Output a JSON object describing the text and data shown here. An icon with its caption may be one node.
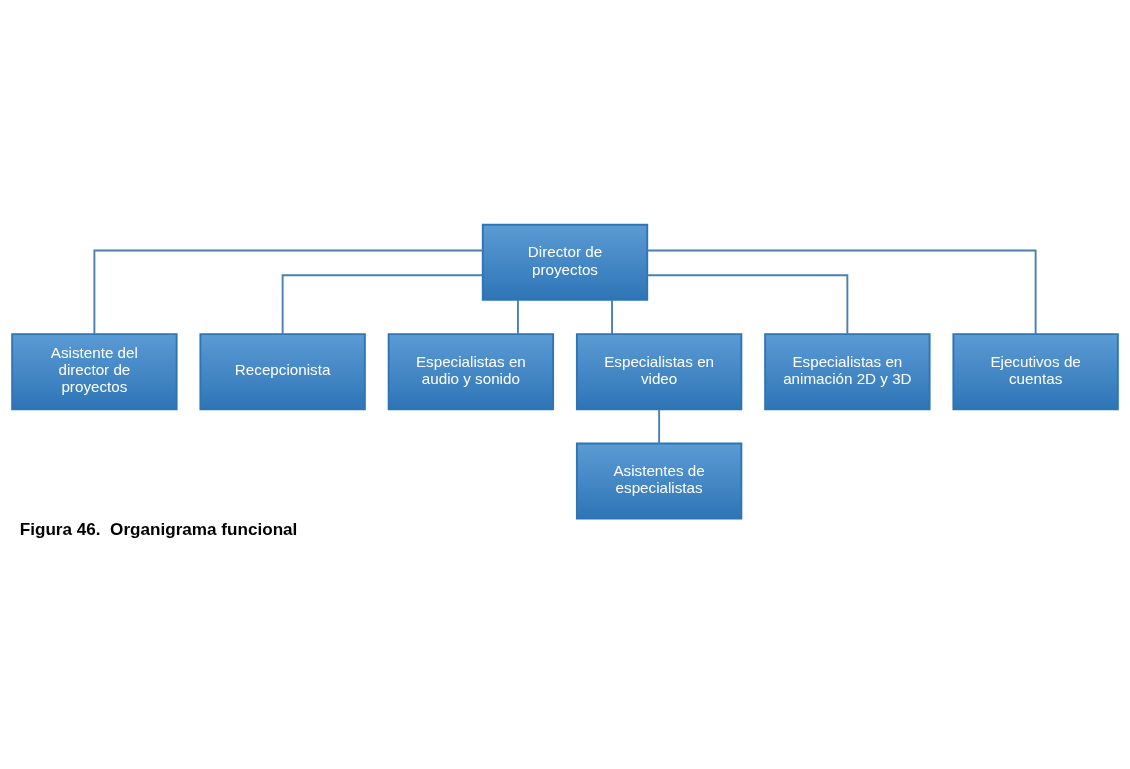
{
  "diagram": {
    "caption": "Figura 46.  Organigrama funcional",
    "nodes": [
      {
        "text": [
          "Director de proyectos"
        ]
      },
      {
        "text": [
          "Asistente del director de proyectos"
        ]
      },
      {
        "text": [
          "Recepcionista"
        ]
      },
      {
        "text": [
          "Especialistas en audio y sonido"
        ]
      },
      {
        "text": [
          "Especialistas en video"
        ]
      },
      {
        "text": [
          "Especialistas en animación 2D y 3D"
        ]
      },
      {
        "text": [
          "Ejecutivos de cuentas"
        ]
      },
      {
        "text": [
          "Asistentes de especialistas"
        ]
      }
    ],
    "edges": [
      {
        "from": 0,
        "to": 1,
        "arrow": "none"
      },
      {
        "from": 0,
        "to": 2,
        "arrow": "none"
      },
      {
        "from": 0,
        "to": 3,
        "arrow": "none"
      },
      {
        "from": 0,
        "to": 4,
        "arrow": "none"
      },
      {
        "from": 0,
        "to": 5,
        "arrow": "none"
      },
      {
        "from": 0,
        "to": 6,
        "arrow": "none"
      },
      {
        "from": 4,
        "to": 7,
        "arrow": "none"
      }
    ]
  }
}
